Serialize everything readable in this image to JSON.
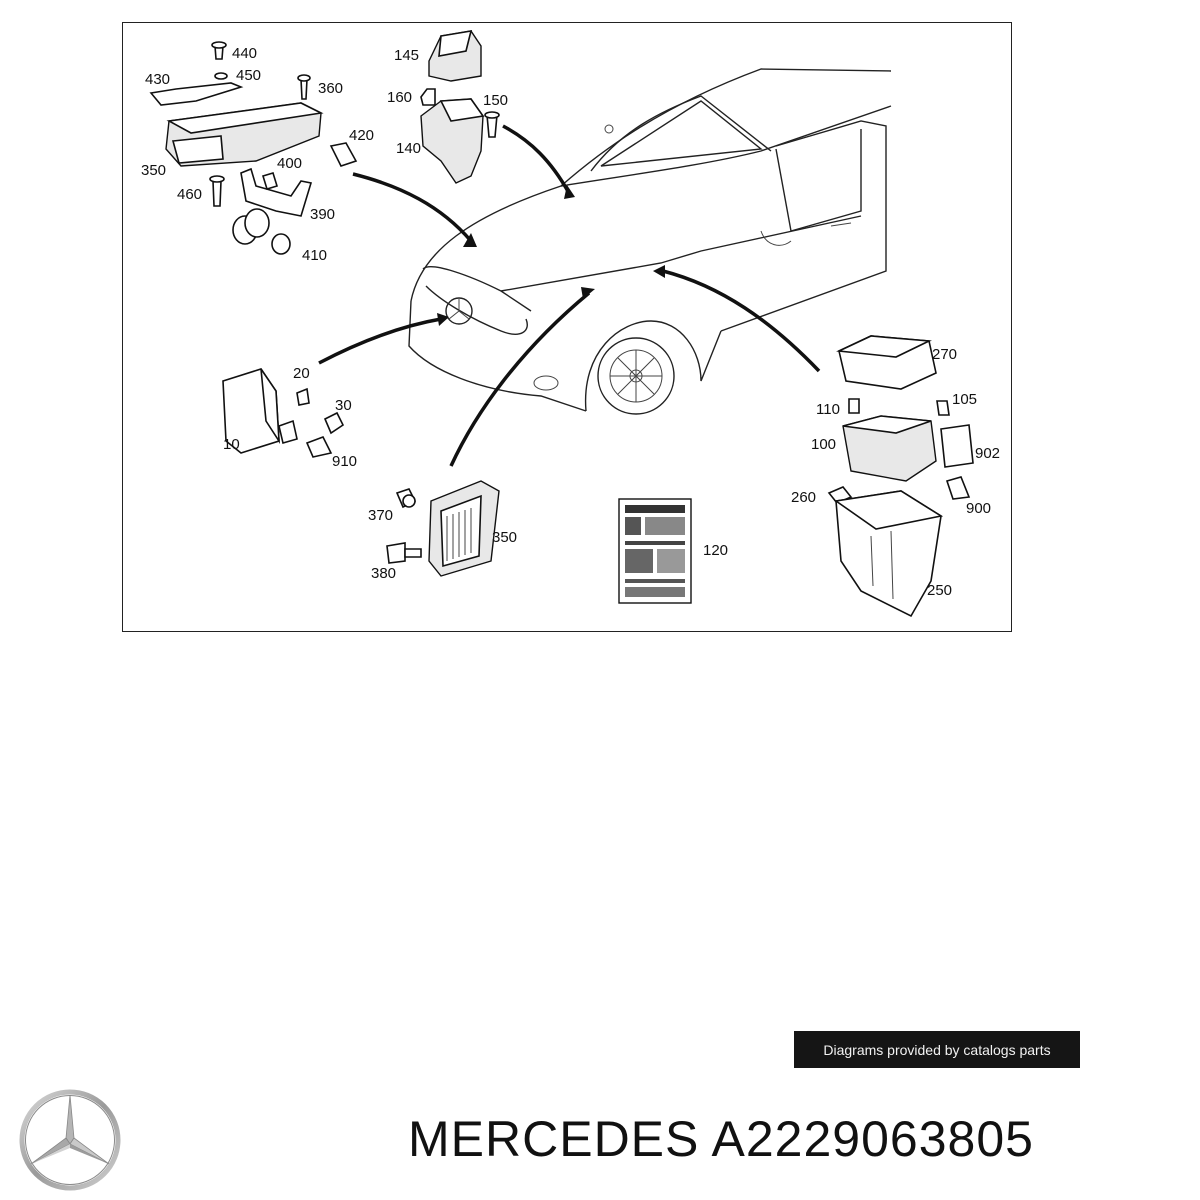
{
  "diagram": {
    "callouts": [
      "440",
      "450",
      "430",
      "360",
      "350",
      "420",
      "400",
      "460",
      "390",
      "410",
      "145",
      "160",
      "150",
      "140",
      "20",
      "30",
      "10",
      "910",
      "370",
      "350",
      "380",
      "120",
      "270",
      "110",
      "105",
      "100",
      "902",
      "260",
      "900",
      "250"
    ]
  },
  "credit": {
    "text": "Diagrams provided by catalogs parts"
  },
  "brand": {
    "title": "MERCEDES A2229063805",
    "logo_icon": "mercedes-star-icon"
  },
  "colors": {
    "banner_bg": "#151515",
    "banner_text": "#f2f2f2",
    "line": "#111111"
  }
}
